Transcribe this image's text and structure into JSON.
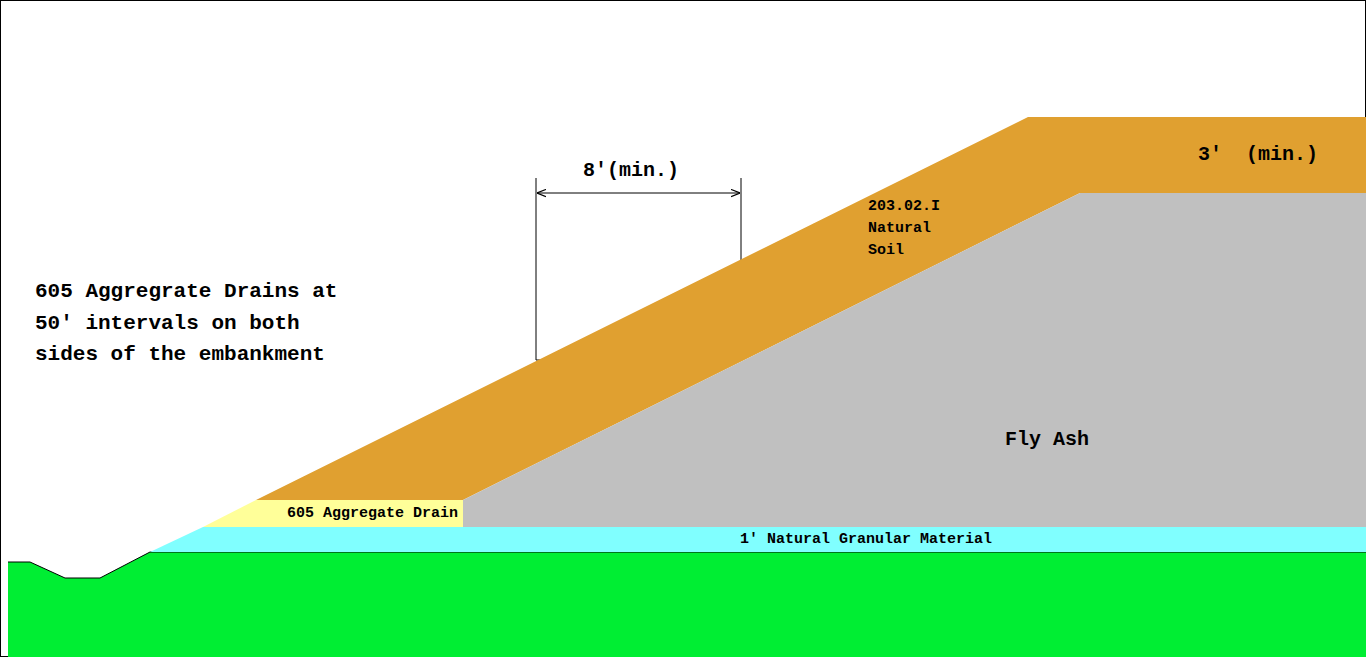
{
  "diagram": {
    "nodes": [
      {
        "text": [
          "203.02.I Natural Soil"
        ]
      },
      {
        "text": [
          "Fly Ash"
        ]
      },
      {
        "text": [
          "605 Aggregate Drain"
        ]
      },
      {
        "text": [
          "1' Natural Granular Material"
        ]
      }
    ],
    "labels": [
      "8'(min.)",
      "3'  (min.)",
      "605 Aggregrate Drains at 50' intervals on both sides of the embankment"
    ]
  }
}
